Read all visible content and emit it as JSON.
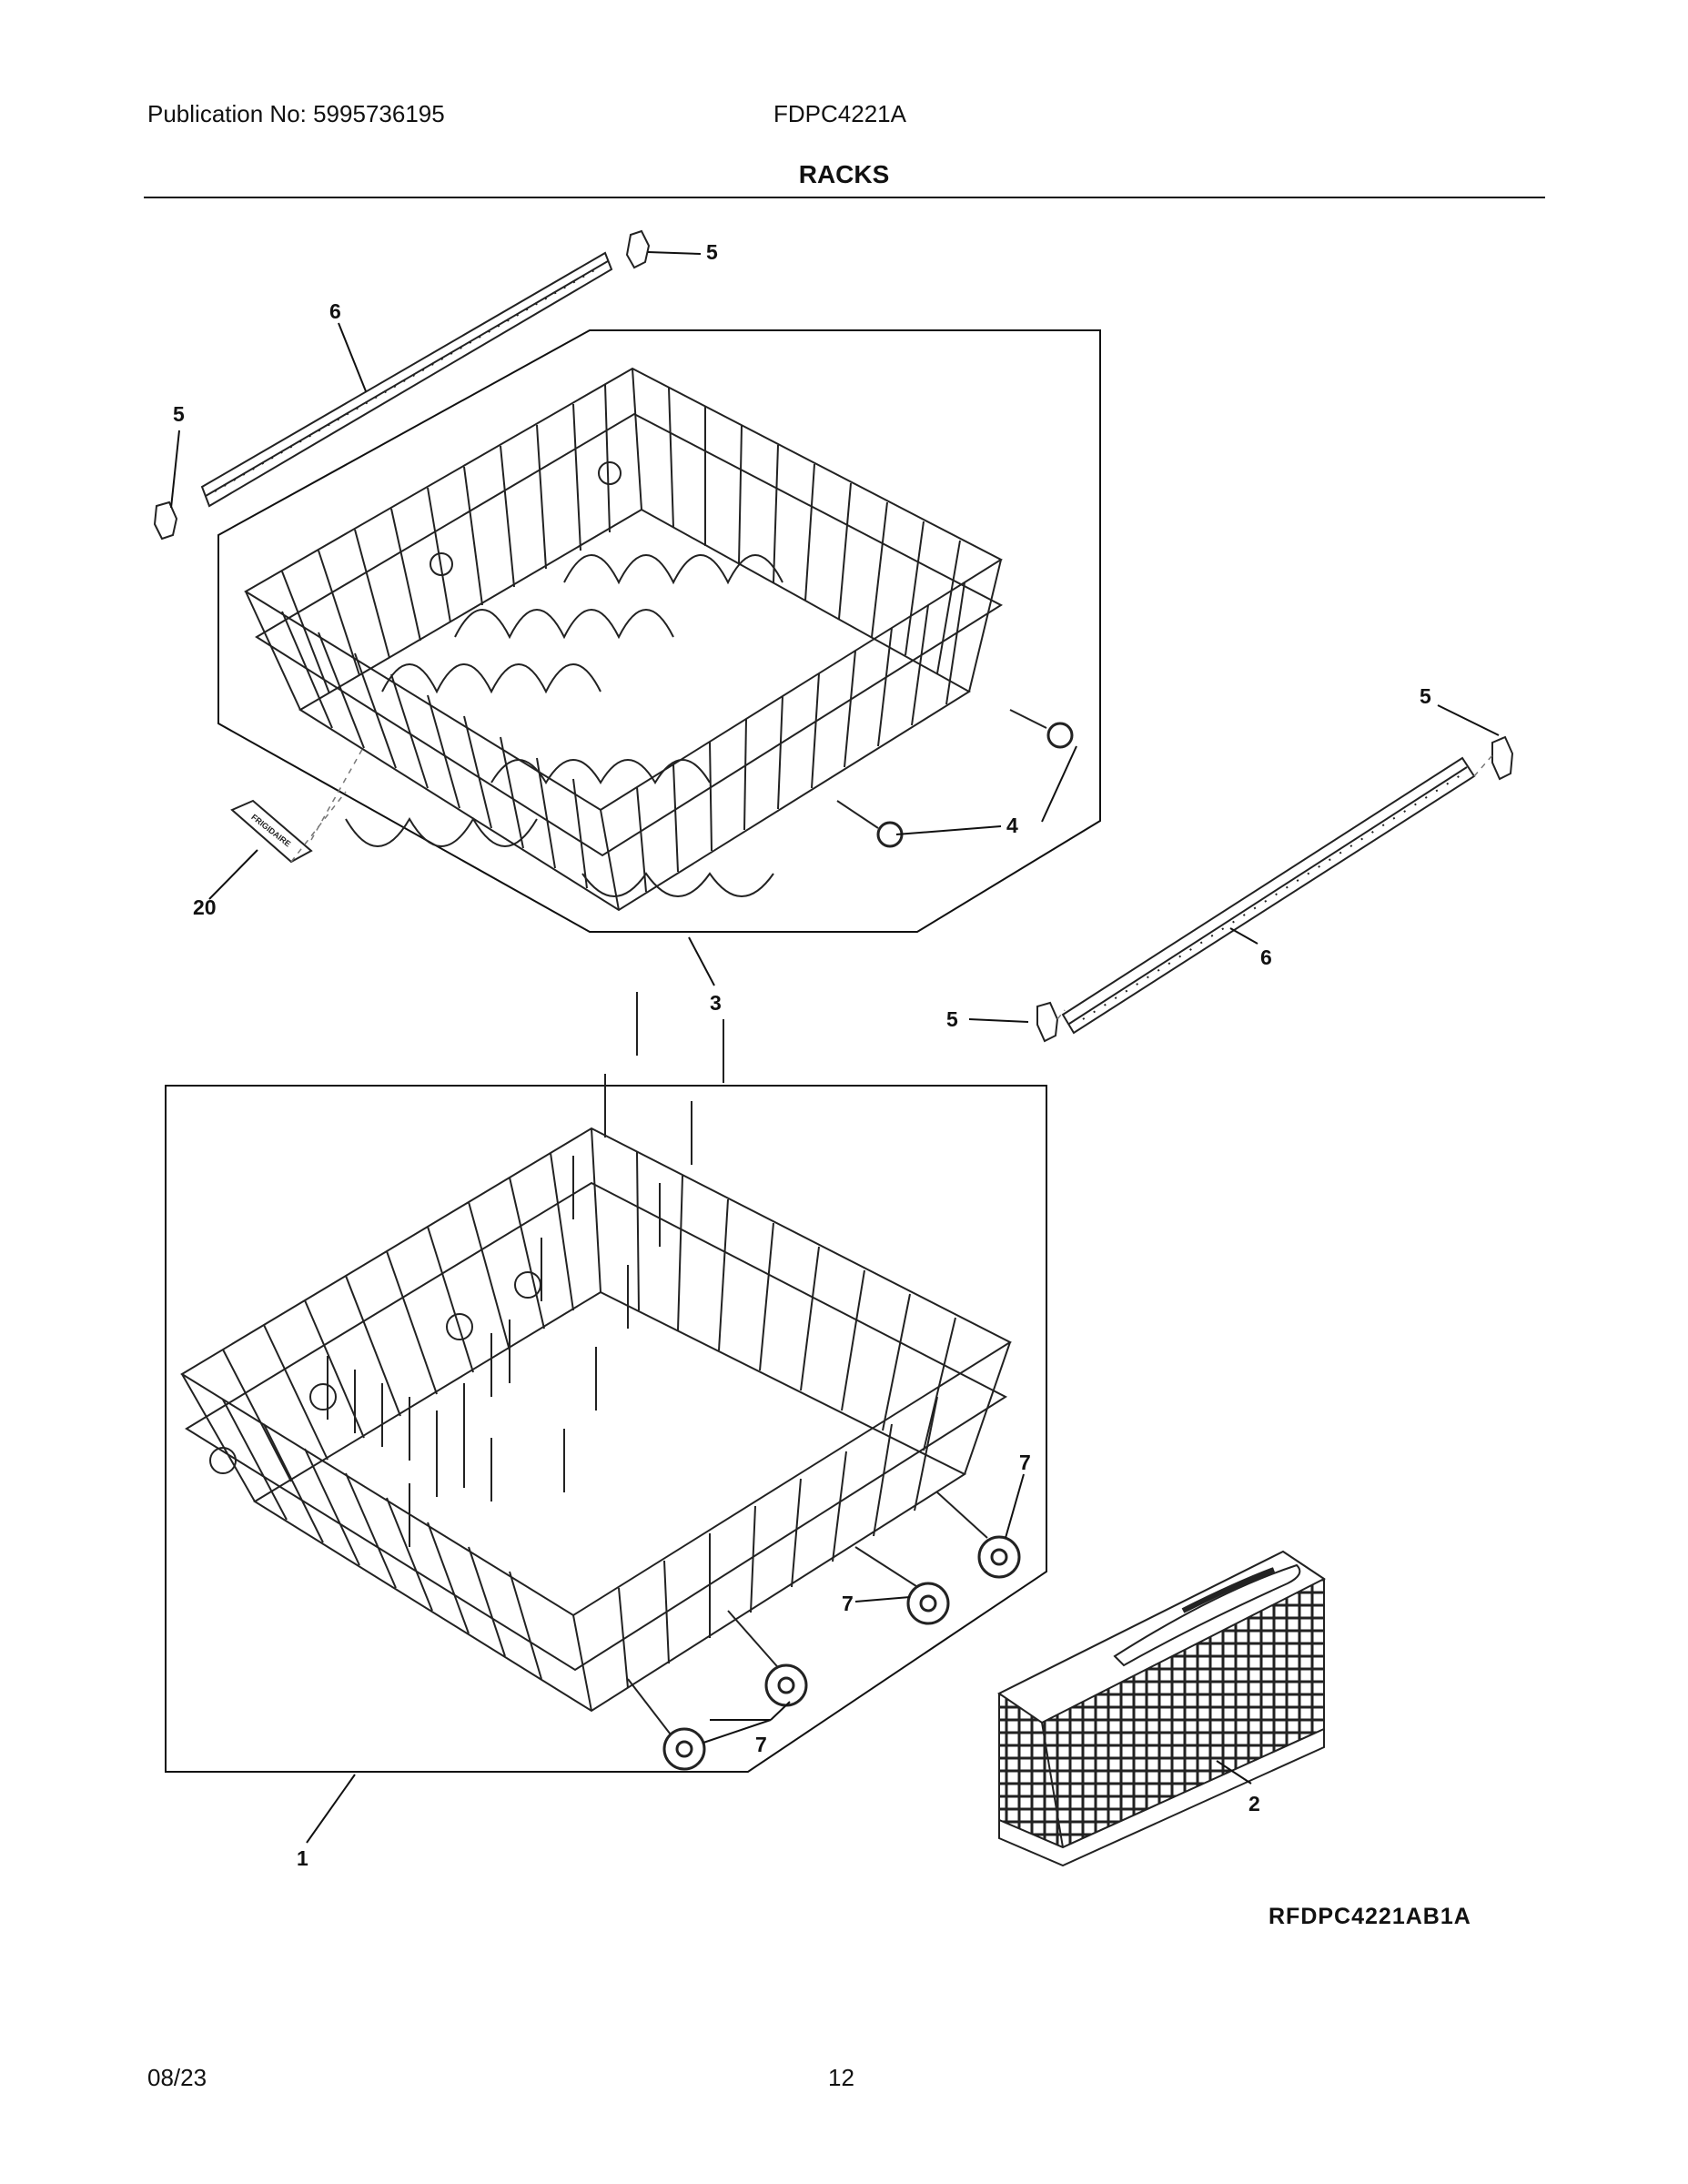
{
  "header": {
    "publication": "Publication No: 5995736195",
    "model": "FDPC4221A",
    "title": "RACKS"
  },
  "diagram": {
    "callouts": {
      "c5a": "5",
      "c6a": "6",
      "c5b": "5",
      "c20": "20",
      "c3": "3",
      "c4": "4",
      "c5c": "5",
      "c6b": "6",
      "c5d": "5",
      "c7a": "7",
      "c7b": "7",
      "c7c": "7",
      "c1": "1",
      "c2": "2"
    },
    "brand_label": "FRIGIDAIRE",
    "drawing_code": "RFDPC4221AB1A"
  },
  "footer": {
    "date": "08/23",
    "page": "12"
  }
}
